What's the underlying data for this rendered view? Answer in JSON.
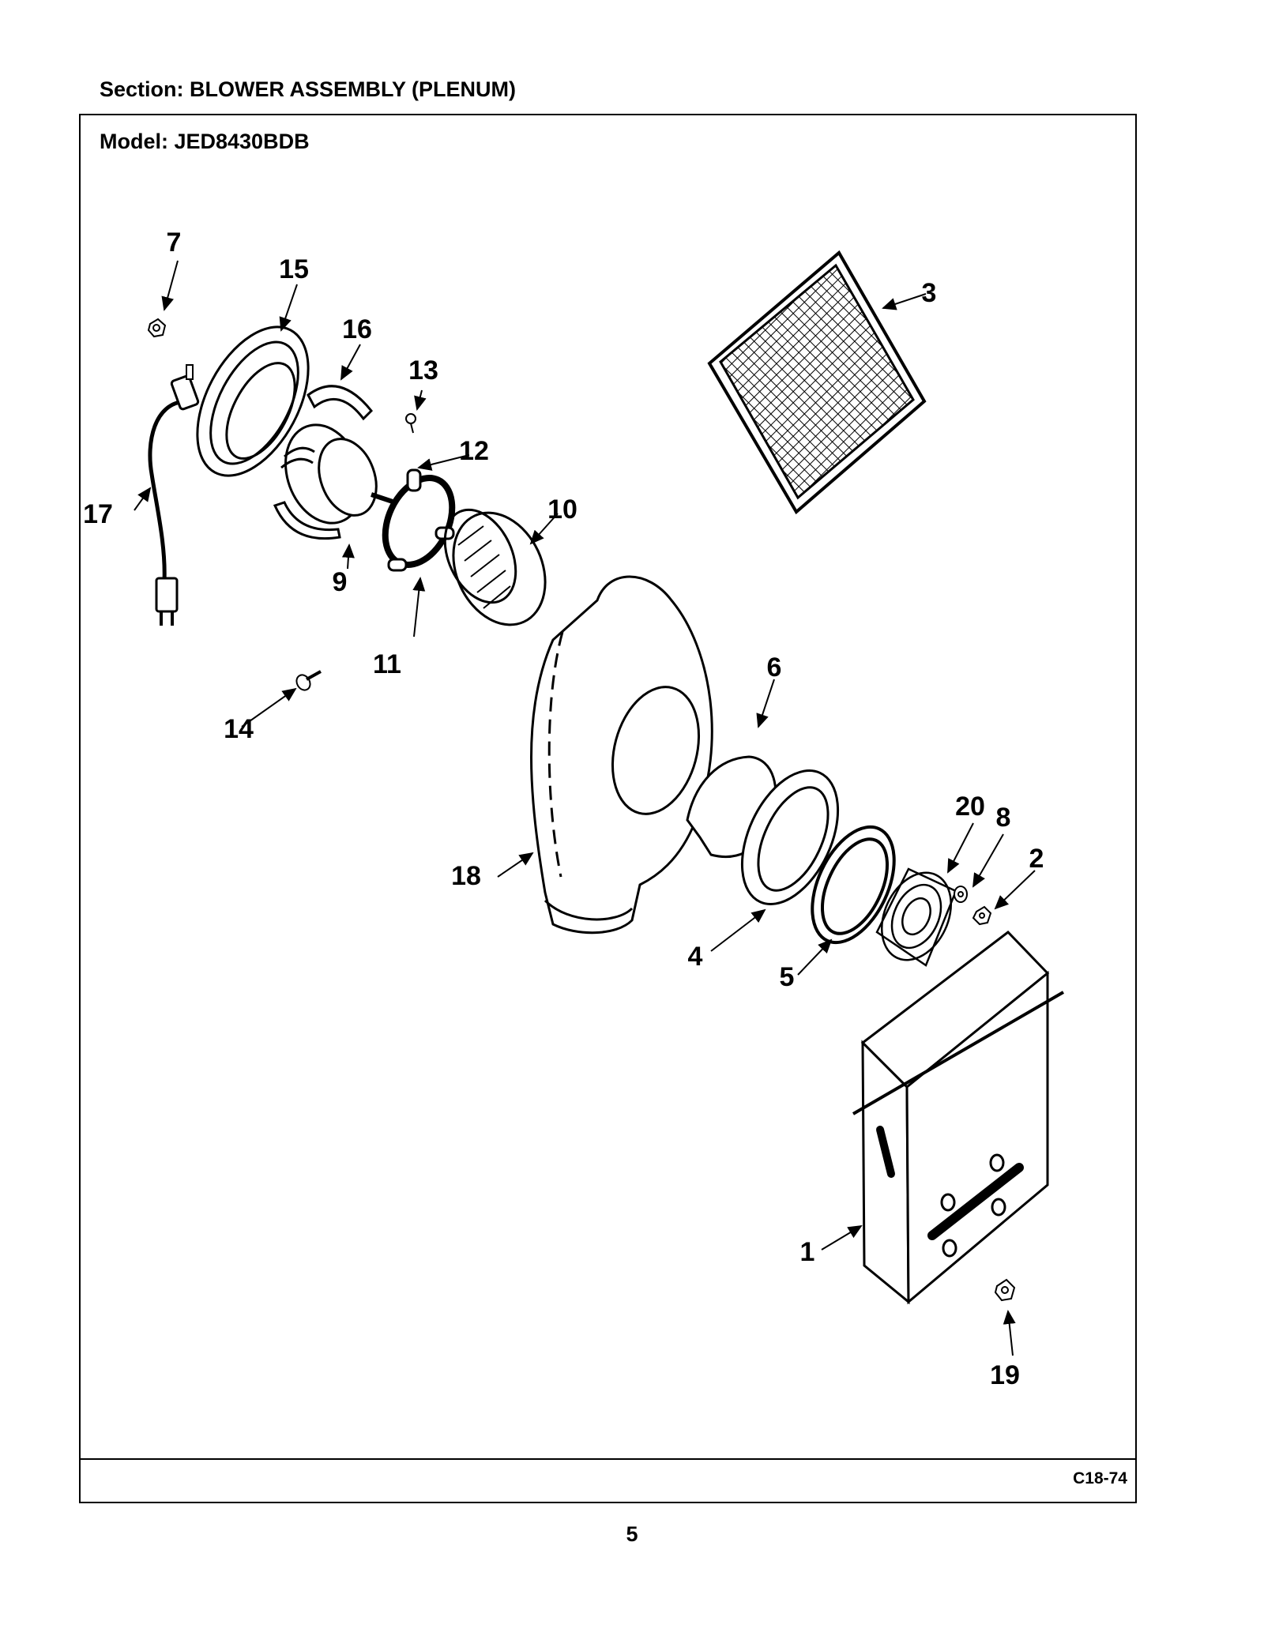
{
  "section_label": "Section:  BLOWER ASSEMBLY (PLENUM)",
  "model_label": "Model:  JED8430BDB",
  "drawing_code": "C18-74",
  "page_number": "5",
  "callouts": [
    {
      "id": "1",
      "part": "plenum-box"
    },
    {
      "id": "2",
      "part": "nut"
    },
    {
      "id": "3",
      "part": "filter"
    },
    {
      "id": "4",
      "part": "ring"
    },
    {
      "id": "5",
      "part": "gasket"
    },
    {
      "id": "6",
      "part": "gasket"
    },
    {
      "id": "7",
      "part": "nut"
    },
    {
      "id": "8",
      "part": "washer"
    },
    {
      "id": "9",
      "part": "motor"
    },
    {
      "id": "10",
      "part": "blower-wheel"
    },
    {
      "id": "11",
      "part": "motor-mount"
    },
    {
      "id": "12",
      "part": "grommet"
    },
    {
      "id": "13",
      "part": "screw"
    },
    {
      "id": "14",
      "part": "screw"
    },
    {
      "id": "15",
      "part": "mounting-plate"
    },
    {
      "id": "16",
      "part": "bracket"
    },
    {
      "id": "17",
      "part": "power-cord"
    },
    {
      "id": "18",
      "part": "blower-housing"
    },
    {
      "id": "19",
      "part": "nut"
    },
    {
      "id": "20",
      "part": "guard"
    }
  ]
}
